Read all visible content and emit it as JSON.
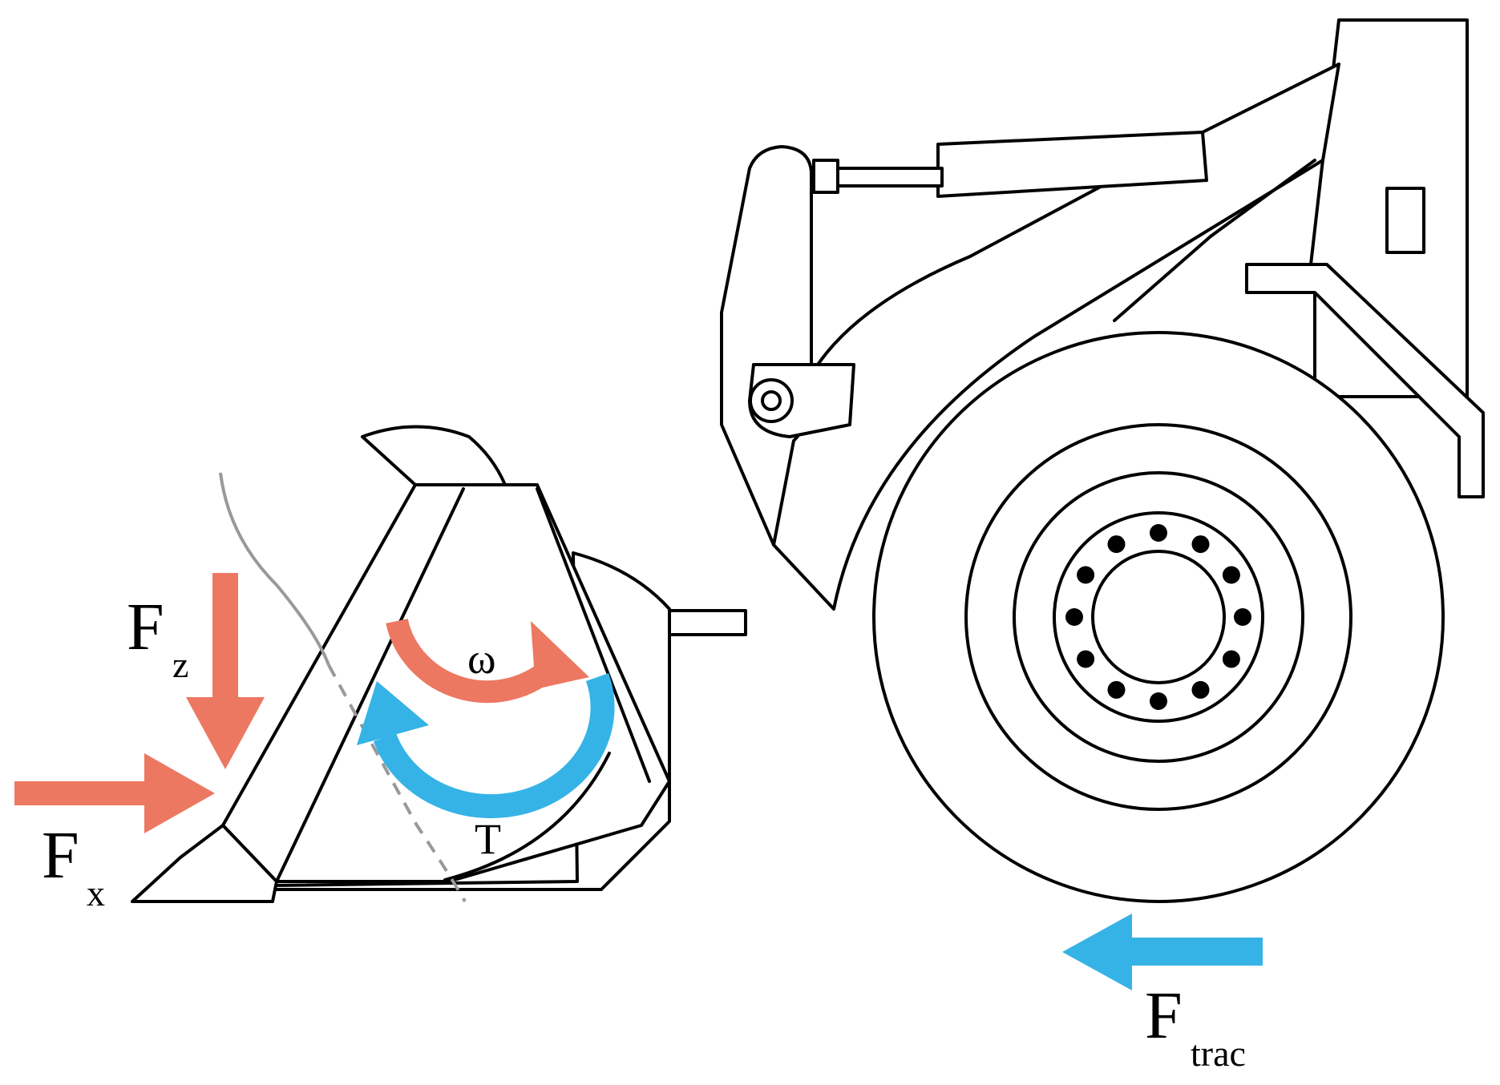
{
  "labels": {
    "fz_main": "F",
    "fz_sub": "z",
    "fx_main": "F",
    "fx_sub": "x",
    "omega": "ω",
    "torque": "T",
    "ftrac_main": "F",
    "ftrac_sub": "trac"
  },
  "colors": {
    "applied_force": "#EC7862",
    "reaction": "#36B3E6",
    "outline": "#000000",
    "soil_line": "#999999"
  },
  "icons": {
    "fz_arrow": "arrow-down-icon",
    "fx_arrow": "arrow-right-icon",
    "omega_arrow": "rotate-clockwise-icon",
    "torque_arrow": "rotate-counterclockwise-icon",
    "ftrac_arrow": "arrow-left-icon"
  }
}
